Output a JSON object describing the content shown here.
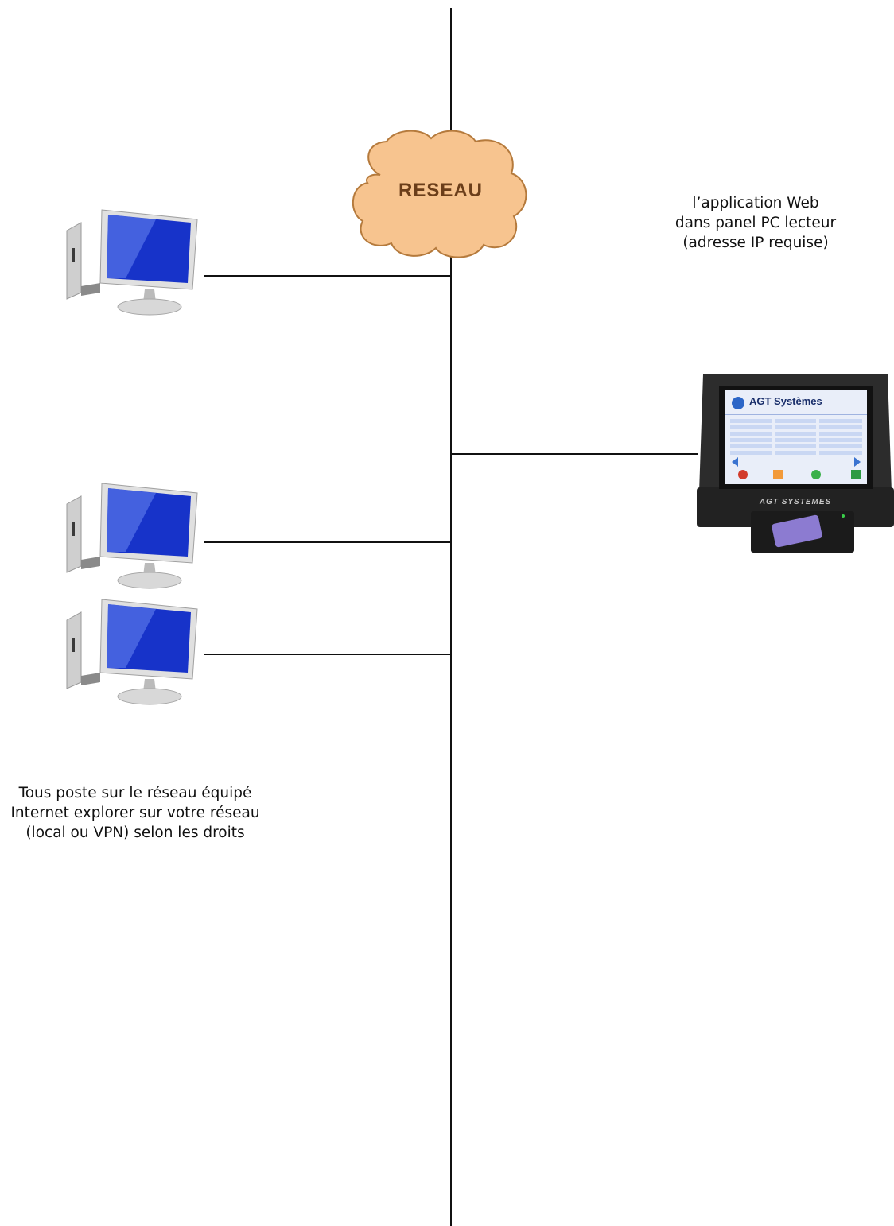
{
  "cloud": {
    "label": "RESEAU"
  },
  "panel": {
    "caption": [
      "l’application Web",
      "dans panel PC lecteur",
      "(adresse IP requise)"
    ],
    "brand_title": "AGT Systèmes",
    "brand_sub": "AGT SYSTEMES"
  },
  "clients": {
    "caption": [
      "Tous poste sur le réseau  équipé",
      "Internet explorer sur votre réseau",
      "(local ou VPN) selon les droits"
    ],
    "count": 3
  },
  "colors": {
    "cloud_fill": "#f7c48f",
    "cloud_stroke": "#b57a3c",
    "line": "#111111",
    "screen": "#1733c9"
  }
}
